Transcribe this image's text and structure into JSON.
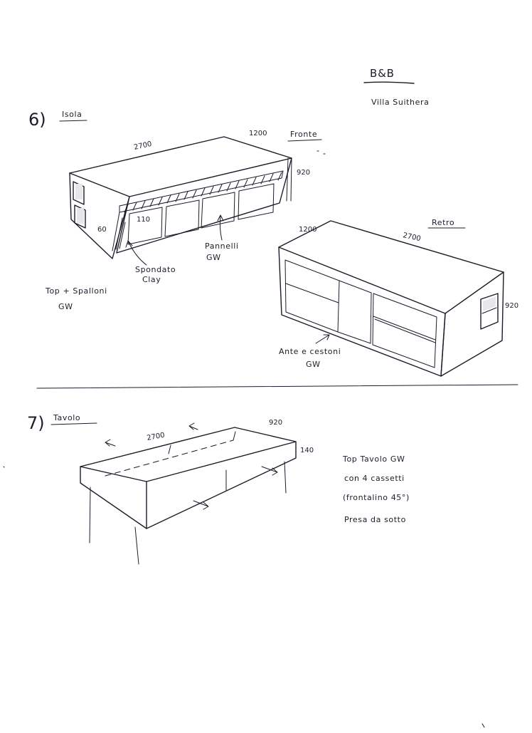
{
  "header": {
    "project": "B&B",
    "client": "Villa Suithera"
  },
  "section6": {
    "number": "6)",
    "title": "Isola",
    "front_view": {
      "view_label": "Fronte",
      "length": "2700",
      "depth": "1200",
      "height": "920",
      "plinth": "60",
      "side_panel": "110",
      "label_spondato": "Spondato",
      "label_clay": "Clay",
      "label_pannelli": "Pannelli",
      "label_pannelli_material": "GW",
      "label_top": "Top + Spalloni",
      "label_top_material": "GW"
    },
    "back_view": {
      "view_label": "Retro",
      "length": "2700",
      "depth": "1200",
      "height": "920",
      "label_ante": "Ante e cestoni",
      "label_ante_material": "GW"
    }
  },
  "section7": {
    "number": "7)",
    "title": "Tavolo",
    "length": "2700",
    "depth": "920",
    "thickness": "140",
    "notes": [
      "Top Tavolo GW",
      "con 4 cassetti",
      "(frontalino 45°)",
      "Presa da sotto"
    ]
  }
}
